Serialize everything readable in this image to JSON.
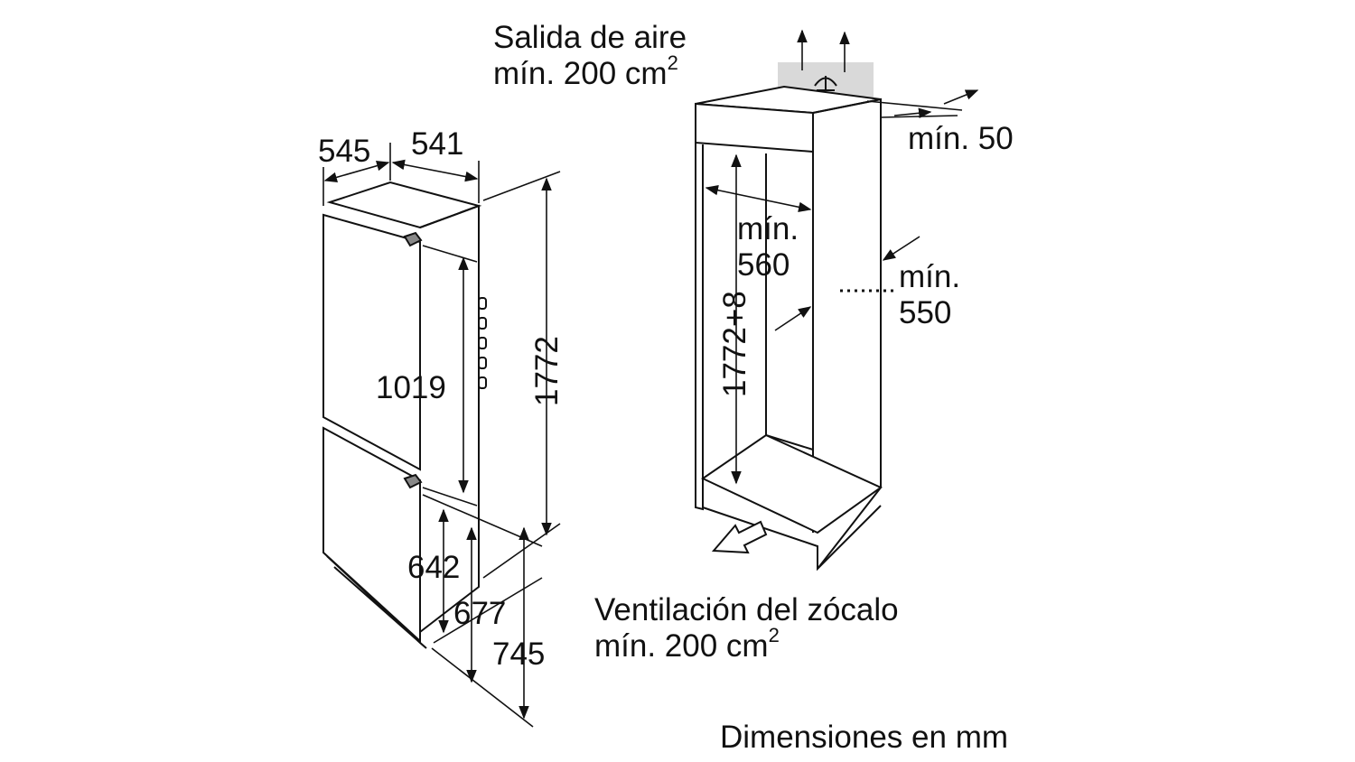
{
  "labels": {
    "air_outlet_line1": "Salida de aire",
    "air_outlet_line2": "mín. 200 cm",
    "air_outlet_sup": "2",
    "min_50": "mín. 50",
    "dim_545": "545",
    "dim_541": "541",
    "dim_1772": "1772",
    "dim_1019": "1019",
    "dim_642": "642",
    "dim_677": "677",
    "dim_745": "745",
    "niche_width_line1": "mín.",
    "niche_width_line2": "560",
    "niche_height": "1772+8",
    "niche_depth_line1": "mín.",
    "niche_depth_line2": "550",
    "plinth_vent_line1": "Ventilación del zócalo",
    "plinth_vent_line2": "mín. 200 cm",
    "plinth_vent_sup": "2",
    "units_note": "Dimensiones en mm"
  },
  "colors": {
    "line": "#111111",
    "vent_grille": "#d9d9d9",
    "background": "#ffffff"
  }
}
